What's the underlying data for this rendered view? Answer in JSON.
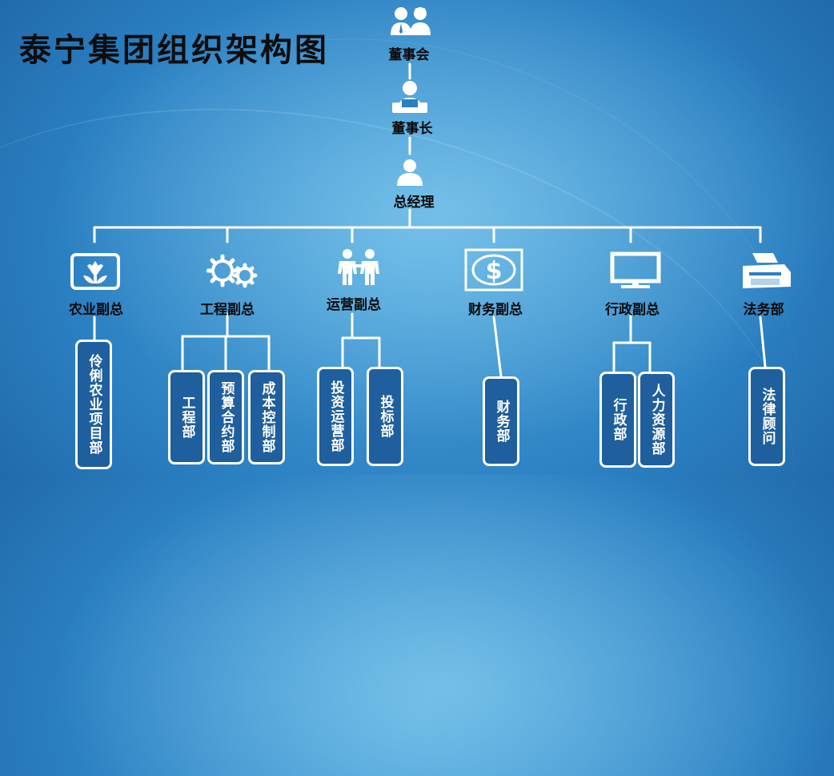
{
  "title": "泰宁集团组织架构图",
  "top_nodes": {
    "board": "董事会",
    "chairman": "董事长",
    "gm": "总经理"
  },
  "departments": [
    {
      "label": "农业副总",
      "icon": "flower-icon",
      "units": [
        "伶俐农业项目部"
      ]
    },
    {
      "label": "工程副总",
      "icon": "gears-icon",
      "units": [
        "工程部",
        "预算合约部",
        "成本控制部"
      ]
    },
    {
      "label": "运营副总",
      "icon": "two-people-icon",
      "units": [
        "投资运营部",
        "投标部"
      ]
    },
    {
      "label": "财务副总",
      "icon": "dollar-bill-icon",
      "units": [
        "财务部"
      ]
    },
    {
      "label": "行政副总",
      "icon": "monitor-icon",
      "units": [
        "行政部",
        "人力资源部"
      ]
    },
    {
      "label": "法务部",
      "icon": "printer-icon",
      "units": [
        "法律顾问"
      ]
    }
  ],
  "colors": {
    "line": "#ffffff",
    "box_fill": "#1f5f9d",
    "text_dark": "#0a0a0a"
  }
}
